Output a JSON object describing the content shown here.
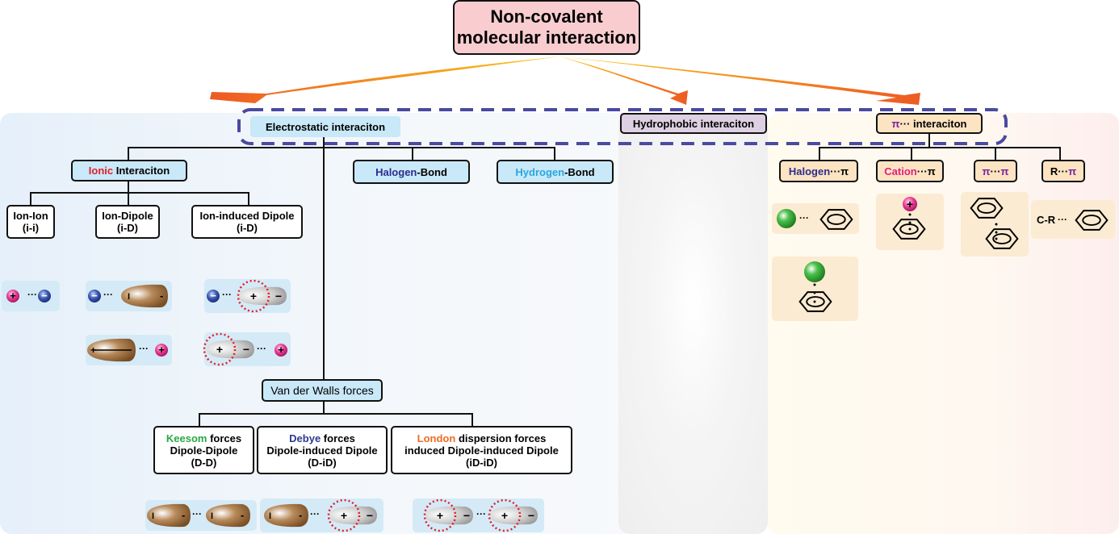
{
  "title": {
    "line1": "Non-covalent",
    "line2": "molecular interaction"
  },
  "categories": {
    "electrostatic": "Electrostatic interaciton",
    "hydrophobic": "Hydrophobic interaciton",
    "pi": {
      "symbol": "π",
      "dots": "···",
      "text": " interaciton"
    }
  },
  "ionic": {
    "highlight": "Ionic",
    "rest": " Interaciton"
  },
  "halogen_bond": {
    "highlight": "Halogen",
    "rest": "-Bond"
  },
  "hydrogen_bond": {
    "highlight": "Hydrogen",
    "rest": "-Bond"
  },
  "ion_types": [
    {
      "name": "Ion-Ion",
      "abbr": "(i-i)"
    },
    {
      "name": "Ion-Dipole",
      "abbr": "(i-D)"
    },
    {
      "name": "Ion-induced Dipole",
      "abbr": "(i-D)"
    }
  ],
  "van_der_waals": "Van der Walls forces",
  "vdw_types": [
    {
      "highlight": "Keesom",
      "rest": " forces",
      "line2": "Dipole-Dipole",
      "abbr": "(D-D)"
    },
    {
      "highlight": "Debye",
      "rest": " forces",
      "line2": "Dipole-induced Dipole",
      "abbr": "(D-iD)"
    },
    {
      "highlight": "London",
      "rest": " dispersion forces",
      "line2": "induced Dipole-induced Dipole",
      "abbr": "(iD-iD)"
    }
  ],
  "pi_types": [
    {
      "left": "Halogen",
      "dots": "···",
      "right": "π"
    },
    {
      "left": "Cation",
      "dots": "···",
      "right": "π"
    },
    {
      "left": "π",
      "dots": "···",
      "right": "π"
    },
    {
      "left": "R",
      "dots": "···",
      "right": "π"
    }
  ],
  "cr_label": "C-R",
  "colors": {
    "ionic": "#e0202a",
    "halogen": "#2b2d8c",
    "hydrogen": "#2aa6e0",
    "keesom": "#2aa845",
    "debye": "#2b3a90",
    "london": "#ef6b23",
    "cation": "#e0207a",
    "pi": "#7a1fa0",
    "dashed": "#4a4aa0"
  }
}
